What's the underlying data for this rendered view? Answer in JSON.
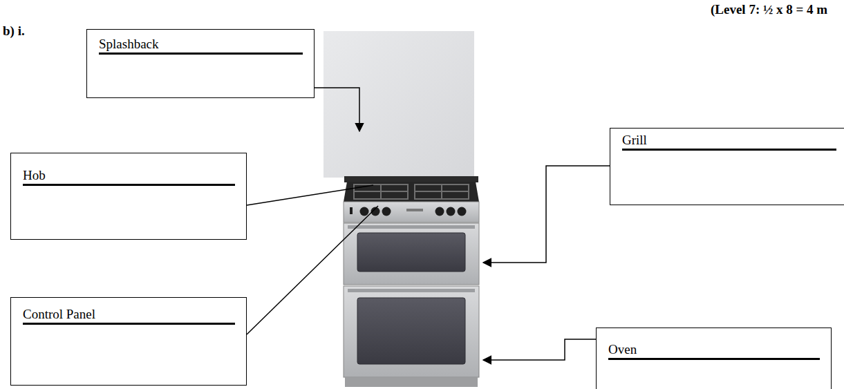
{
  "diagram": {
    "nodes": [
      {
        "text": [
          "Splashback"
        ]
      },
      {
        "text": [
          "Hob"
        ]
      },
      {
        "text": [
          "Grill"
        ]
      },
      {
        "text": [
          "Control Panel"
        ]
      },
      {
        "text": [
          "Oven"
        ]
      }
    ],
    "labels": [
      "b) i.",
      "(Level 7: ½ x 8 = 4 m"
    ]
  }
}
